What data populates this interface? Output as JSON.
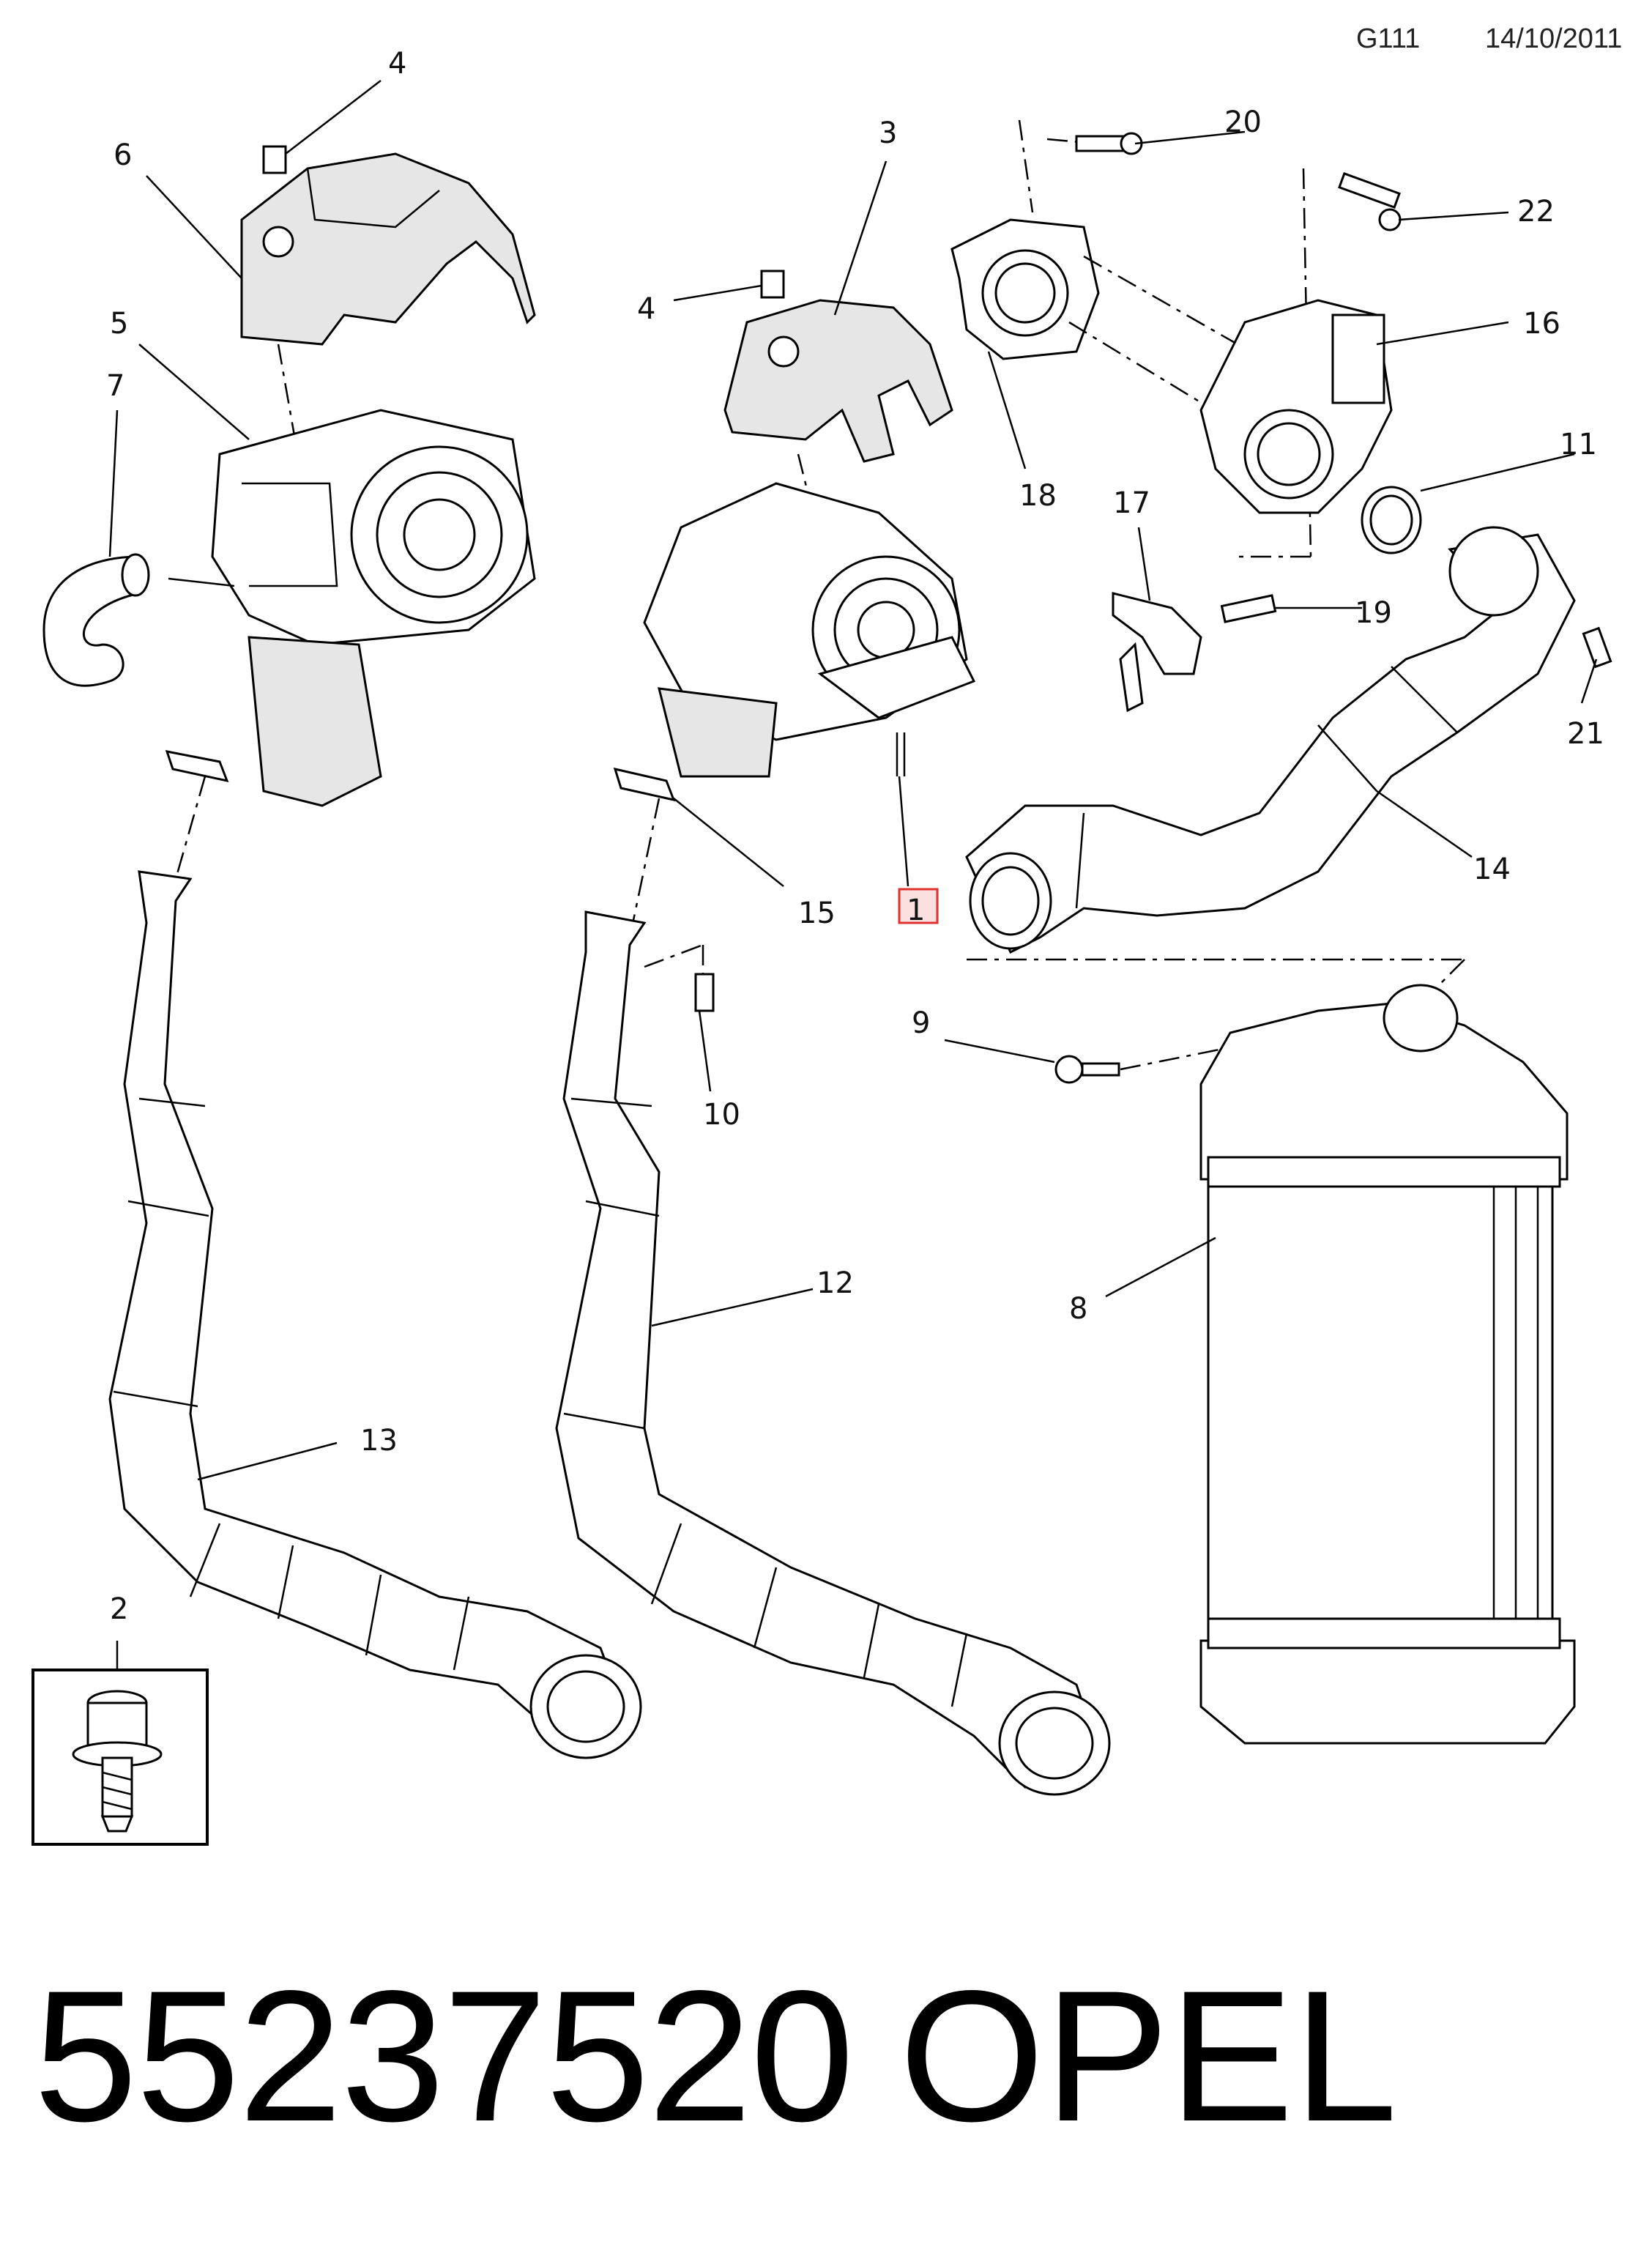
{
  "header": {
    "code": "G111",
    "date": "14/10/2011"
  },
  "callouts": {
    "c1": "1",
    "c2": "2",
    "c3": "3",
    "c4a": "4",
    "c4b": "4",
    "c5": "5",
    "c6": "6",
    "c7": "7",
    "c8": "8",
    "c9": "9",
    "c10": "10",
    "c11": "11",
    "c12": "12",
    "c13": "13",
    "c14": "14",
    "c15": "15",
    "c16": "16",
    "c17": "17",
    "c18": "18",
    "c19": "19",
    "c20": "20",
    "c21": "21",
    "c22": "22"
  },
  "highlight": {
    "callout": "1",
    "color": "#e03030"
  },
  "footer": {
    "part_number": "55237520",
    "brand": "OPEL"
  }
}
